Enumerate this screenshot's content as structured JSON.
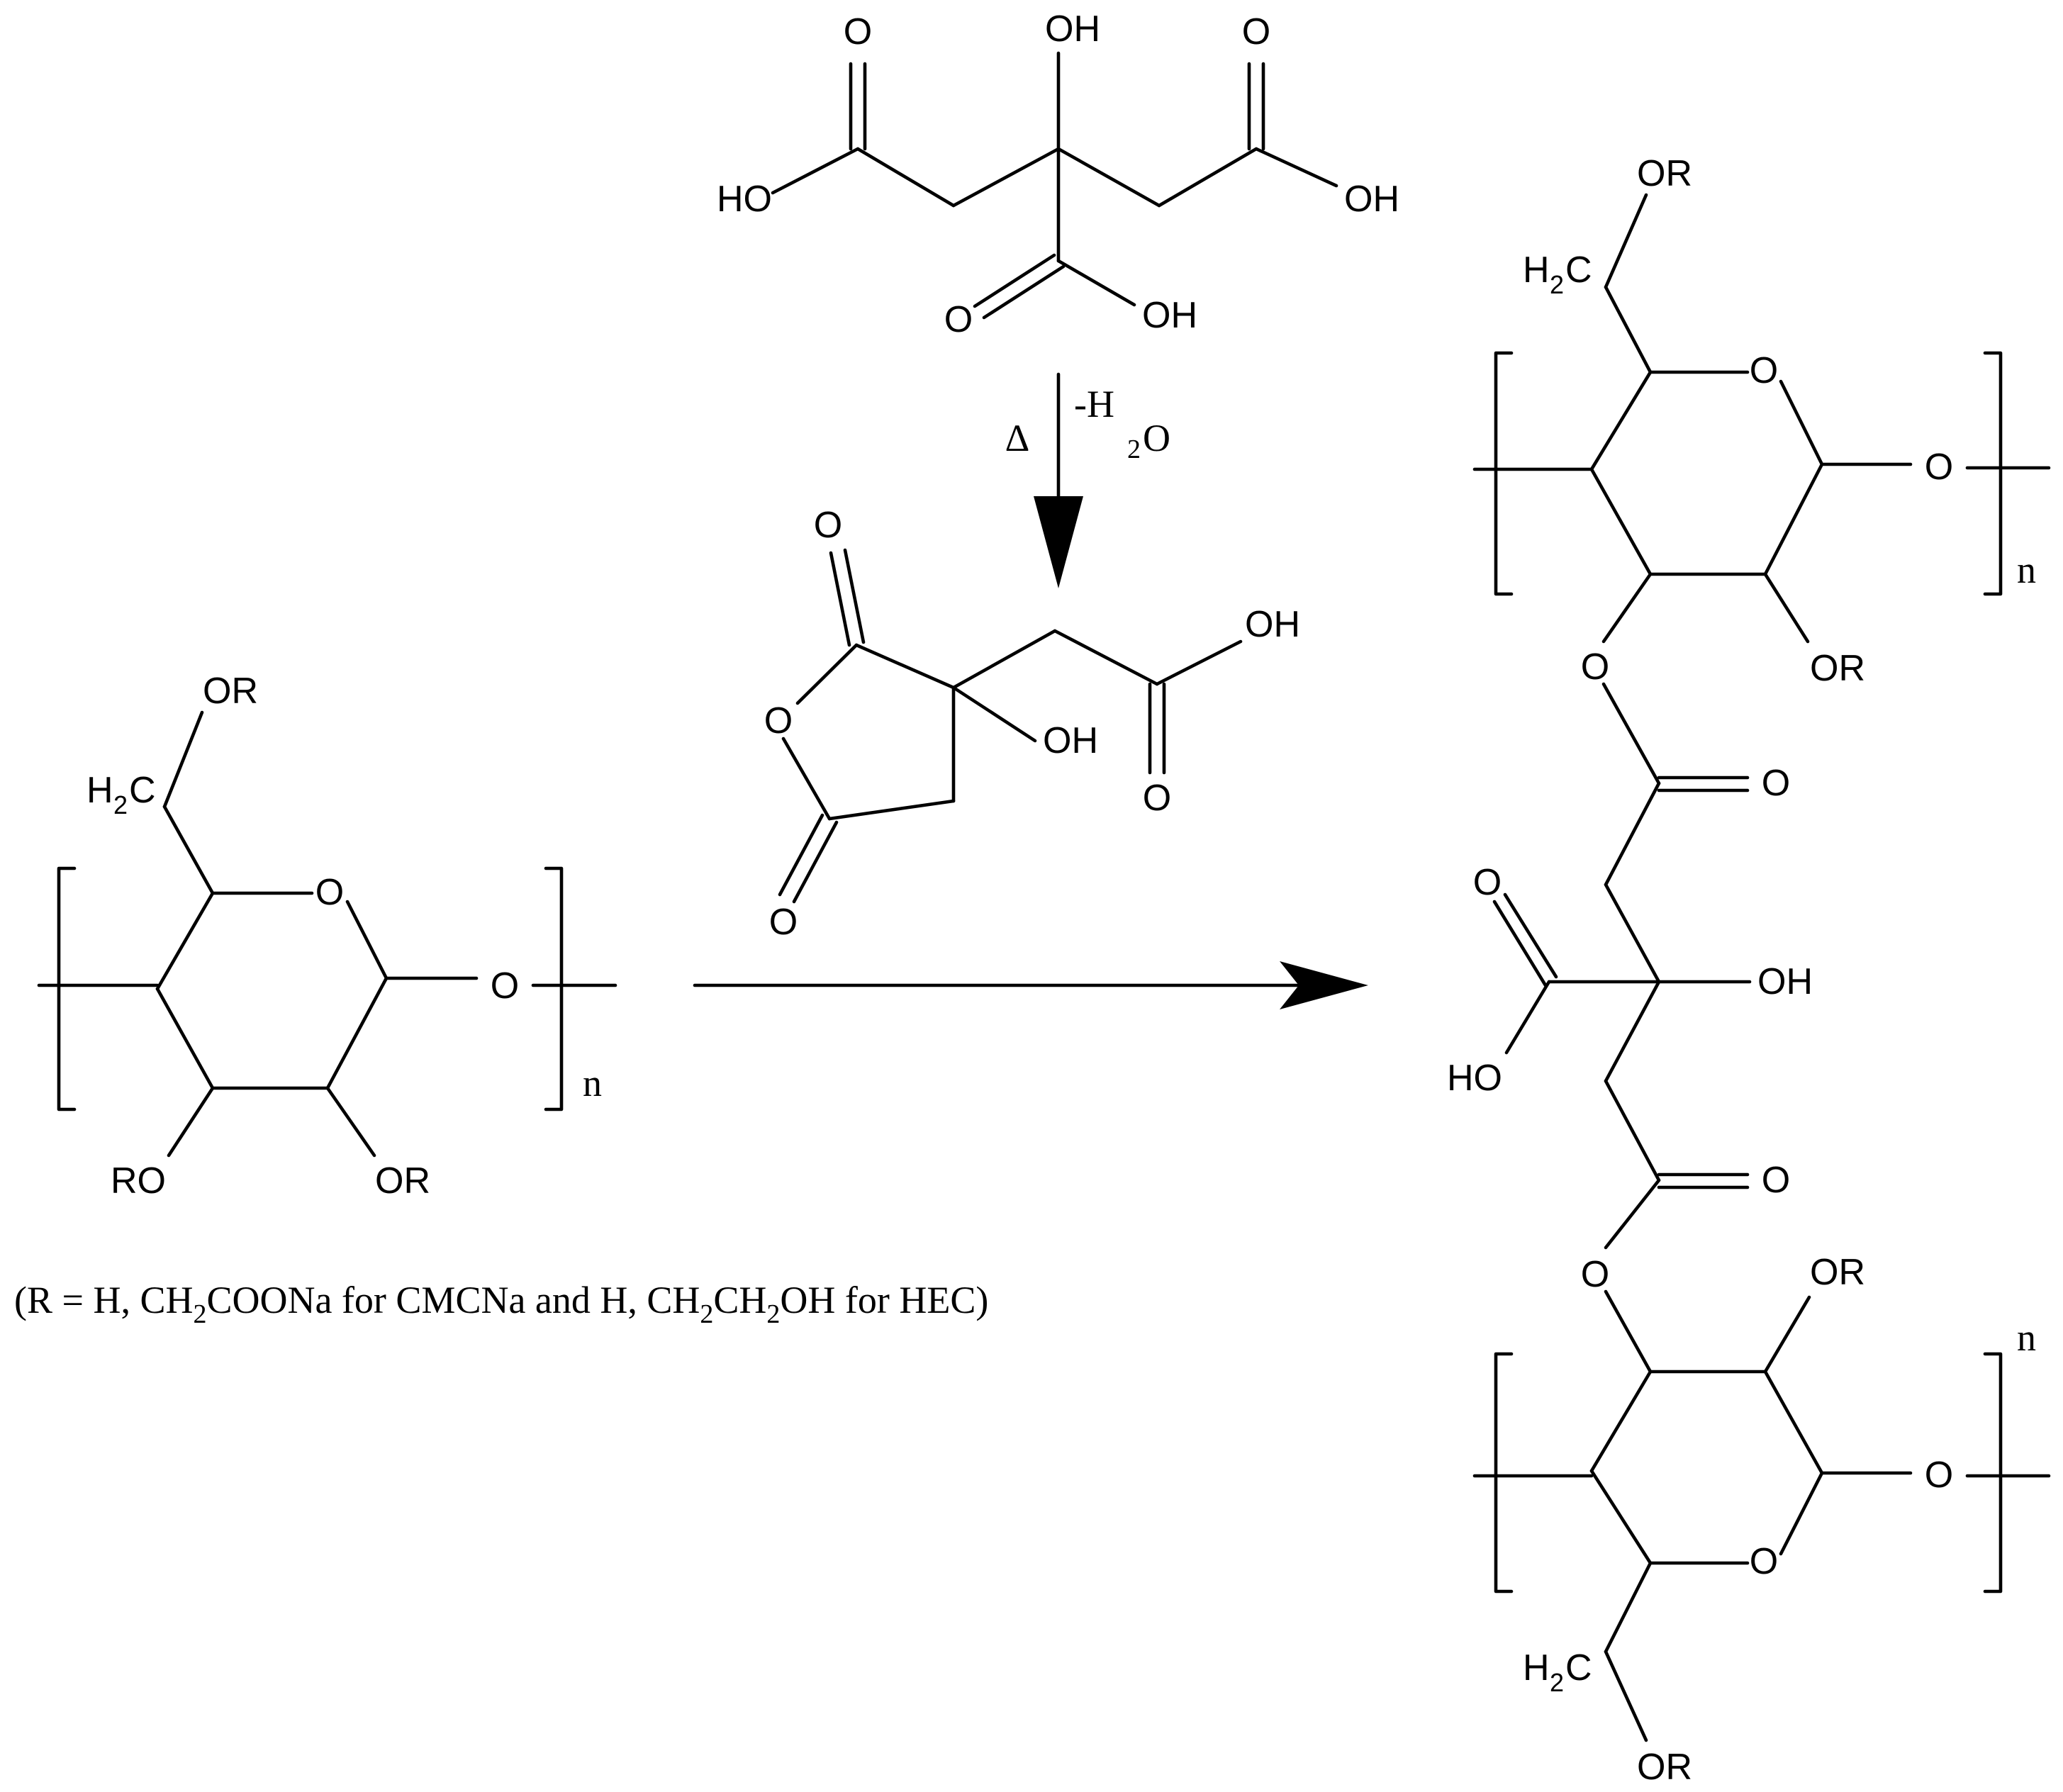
{
  "labels": {
    "OH": "OH",
    "HO": "HO",
    "O": "O",
    "OR": "OR",
    "RO": "RO",
    "H": "H",
    "C": "C",
    "n": "n",
    "sub2": "2"
  },
  "arrow1": {
    "delta": "Δ",
    "minus_h": "-H",
    "o": "O"
  },
  "footnote": {
    "part1": "(R = H, CH",
    "part2": "COONa for CMCNa and H, CH",
    "part3": "CH",
    "part4": "OH for HEC)"
  }
}
